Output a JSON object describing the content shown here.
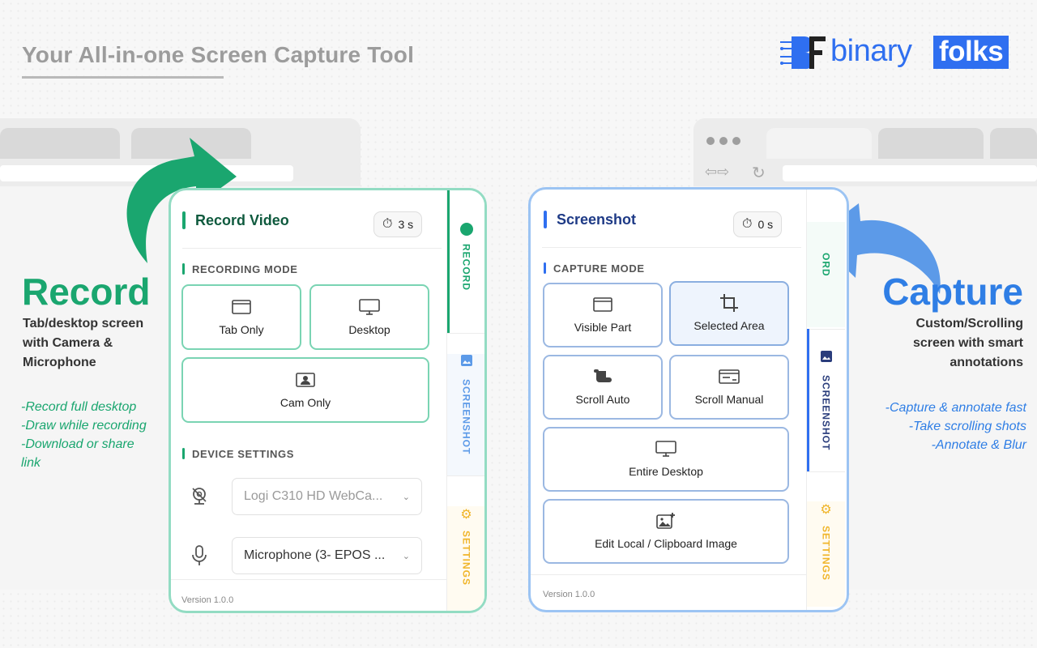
{
  "page": {
    "title": "Your All-in-one Screen Capture Tool"
  },
  "logo": {
    "part1": "binary",
    "part2": "folks",
    "alt": "BF"
  },
  "colors": {
    "green": "#1aa66f",
    "blue": "#2f7ee5",
    "yellow": "#f0b52a",
    "brand": "#2f6ff0"
  },
  "left_side": {
    "heading": "Record",
    "subtitle_lines": [
      "Tab/desktop screen",
      "with Camera &",
      "Microphone"
    ],
    "features": [
      "-Record full desktop",
      "-Draw while recording",
      "-Download or share",
      "link"
    ]
  },
  "right_side": {
    "heading": "Capture",
    "subtitle_lines": [
      "Custom/Scrolling",
      "screen with smart",
      "annotations"
    ],
    "features": [
      "-Capture & annotate fast",
      "-Take scrolling shots",
      "-Annotate & Blur"
    ]
  },
  "record_panel": {
    "title": "Record Video",
    "timer": "3 s",
    "timer_icon": "stopwatch-icon",
    "mode_label": "RECORDING MODE",
    "modes": [
      {
        "label": "Tab Only",
        "icon": "browser-tab-icon"
      },
      {
        "label": "Desktop",
        "icon": "monitor-icon"
      },
      {
        "label": "Cam Only",
        "icon": "webcam-portrait-icon"
      }
    ],
    "device_label": "DEVICE SETTINGS",
    "camera_value": "Logi C310 HD WebCa...",
    "mic_value": "Microphone (3- EPOS ...",
    "version": "Version 1.0.0",
    "tabs": {
      "record": "RECORD",
      "screenshot": "SCREENSHOT",
      "settings": "SETTINGS"
    }
  },
  "shot_panel": {
    "title": "Screenshot",
    "timer": "0 s",
    "timer_icon": "stopwatch-icon",
    "mode_label": "CAPTURE MODE",
    "modes": [
      {
        "label": "Visible Part",
        "icon": "browser-tab-icon"
      },
      {
        "label": "Selected Area",
        "icon": "crop-icon"
      },
      {
        "label": "Scroll Auto",
        "icon": "scroll-icon"
      },
      {
        "label": "Scroll Manual",
        "icon": "scroll-manual-icon"
      },
      {
        "label": "Entire Desktop",
        "icon": "monitor-icon"
      },
      {
        "label": "Edit Local / Clipboard Image",
        "icon": "image-add-icon"
      }
    ],
    "selected_mode": "Selected Area",
    "version": "Version 1.0.0",
    "tabs": {
      "record": "ORD",
      "screenshot": "SCREENSHOT",
      "settings": "SETTINGS"
    }
  }
}
